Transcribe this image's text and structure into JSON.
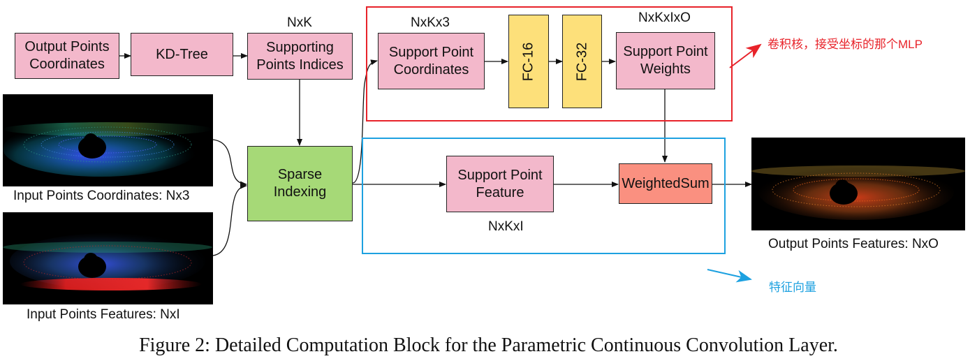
{
  "nodes": {
    "output_coords": "Output Points\nCoordinates",
    "kdtree": "KD-Tree",
    "supporting_indices": "Supporting\nPoints Indices",
    "sparse_indexing": "Sparse\nIndexing",
    "support_coords": "Support Point\nCoordinates",
    "fc16": "FC-16",
    "fc32": "FC-32",
    "support_weights": "Support Point\nWeights",
    "support_feature": "Support Point\nFeature",
    "weighted_sum": "WeightedSum"
  },
  "dims": {
    "nxk": "NxK",
    "nxkx3": "NxKx3",
    "nxkxixo": "NxKxIxO",
    "nxkxi": "NxKxI"
  },
  "image_labels": {
    "input_coords": "Input Points Coordinates: Nx3",
    "input_features": "Input Points Features: NxI",
    "output_features": "Output Points Features: NxO"
  },
  "annotations": {
    "red": "卷积核，接受坐标的那个MLP",
    "blue": "特征向量"
  },
  "colors": {
    "red": "#e8232a",
    "blue": "#1da1e0",
    "pink": "#f3b8cb",
    "green": "#a6d977",
    "yellow": "#fde07a",
    "salmon": "#fa9080"
  },
  "caption": "Figure 2: Detailed Computation Block for the Parametric Continuous Convolution Layer."
}
